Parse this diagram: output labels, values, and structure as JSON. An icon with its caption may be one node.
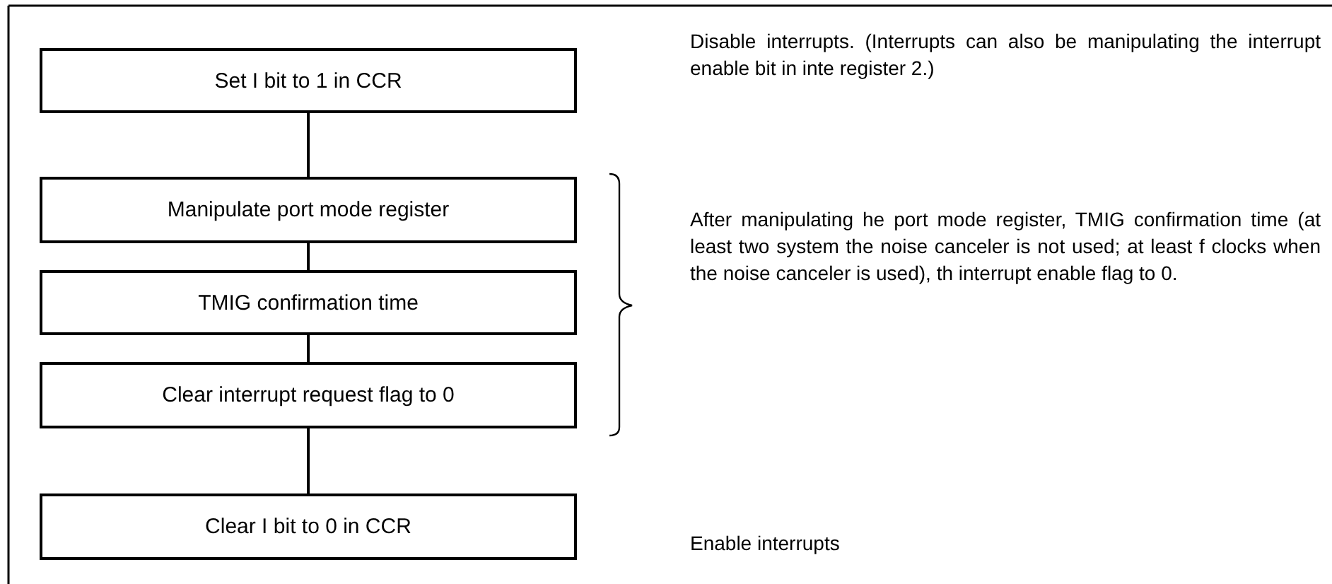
{
  "diagram": {
    "nodes": [
      {
        "text": [
          "Set I bit to 1 in CCR"
        ]
      },
      {
        "text": [
          "Manipulate port mode register"
        ]
      },
      {
        "text": [
          "TMIG confirmation time"
        ]
      },
      {
        "text": [
          "Clear interrupt request flag to 0"
        ]
      },
      {
        "text": [
          "Clear I bit to 0 in CCR"
        ]
      }
    ],
    "edges": [
      {
        "from": 0,
        "to": 1,
        "arrow": "none"
      },
      {
        "from": 1,
        "to": 2,
        "arrow": "none"
      },
      {
        "from": 2,
        "to": 3,
        "arrow": "none"
      },
      {
        "from": 3,
        "to": 4,
        "arrow": "none"
      }
    ],
    "labels": [
      "Disable interrupts.  (Interrupts can also be manipulating the interrupt enable bit in inte register 2.)",
      "After manipulating he port mode register, TMIG confirmation time (at least two system the noise canceler is not used; at least f clocks when the noise canceler is used), th interrupt enable flag to 0.",
      "Enable interrupts"
    ]
  }
}
